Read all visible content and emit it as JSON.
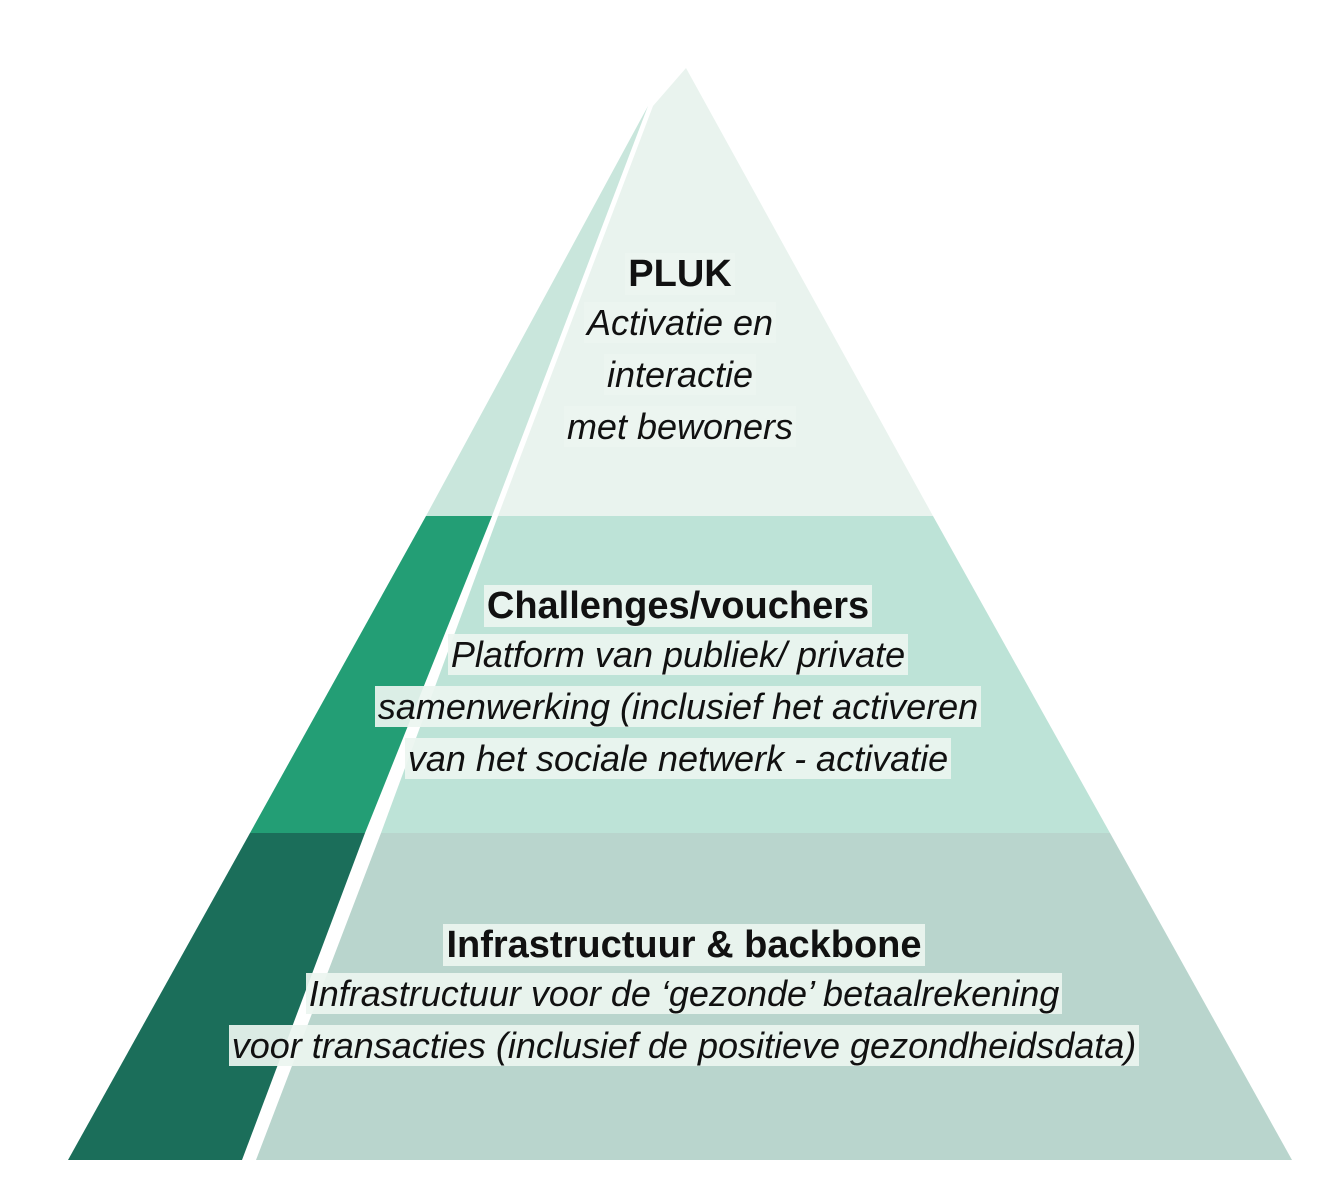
{
  "colors": {
    "top_light": "#e9f3ee",
    "top_side": "#c9e6dc",
    "middle_light": "#bde3d7",
    "middle_side": "#239e75",
    "bottom_light": "#b9d5cd",
    "bottom_side": "#1b6e5a"
  },
  "layers": [
    {
      "id": "top",
      "title": "PLUK",
      "lines": [
        "Activatie en",
        "interactie",
        "met bewoners"
      ]
    },
    {
      "id": "middle",
      "title": "Challenges/vouchers",
      "lines": [
        "Platform van publiek/ private",
        "samenwerking (inclusief het activeren",
        "van het sociale netwerk - activatie"
      ]
    },
    {
      "id": "bottom",
      "title": "Infrastructuur & backbone",
      "lines": [
        "Infrastructuur voor de ‘gezonde’ betaalrekening",
        "voor transacties (inclusief de positieve gezondheidsdata)"
      ]
    }
  ]
}
